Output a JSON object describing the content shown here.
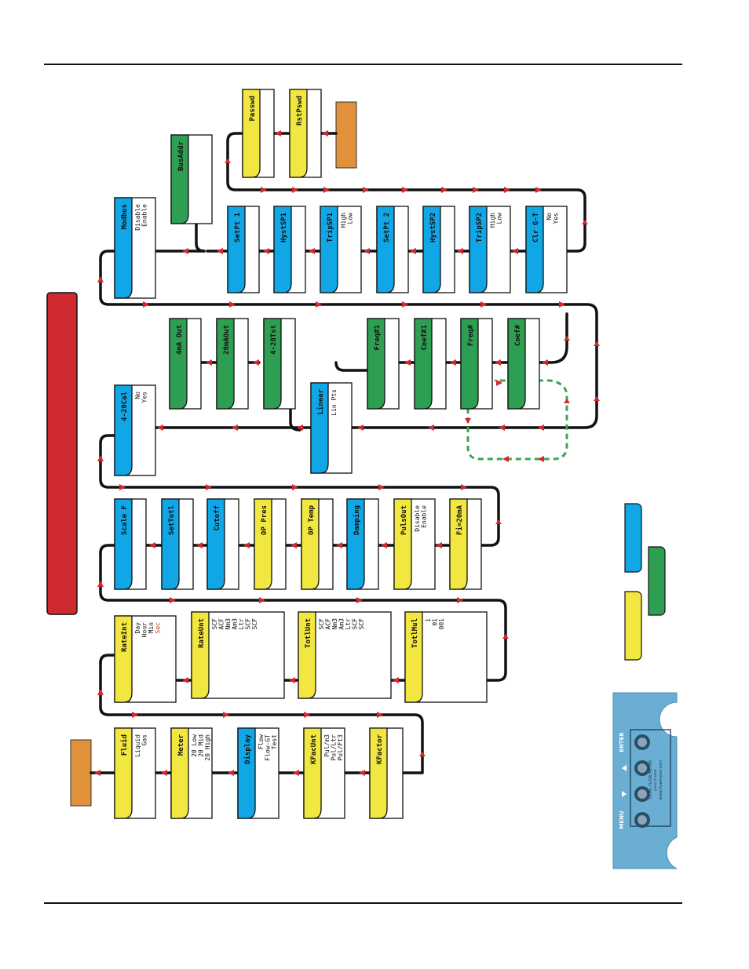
{
  "colors": {
    "yellow": "#f2e740",
    "blue": "#11a6e6",
    "green": "#2e9e52",
    "orange": "#e1913a",
    "red": "#cf2a30",
    "panel": "#6aaed3",
    "path": "#111111",
    "arrow": "#d7262d",
    "dashed": "#3aa655"
  },
  "nodes": [
    {
      "id": "fluid",
      "tab": "Fluid",
      "color": "yellow",
      "options": [
        "Liquid",
        "Gas"
      ]
    },
    {
      "id": "meter",
      "tab": "Meter",
      "color": "yellow",
      "options": [
        "20 Low",
        "20 Mid",
        "20 High"
      ]
    },
    {
      "id": "display",
      "tab": "Display",
      "color": "blue",
      "options": [
        "Flow",
        "Flow-GT",
        "Test"
      ]
    },
    {
      "id": "kfacunt",
      "tab": "KFacUnt",
      "color": "yellow",
      "options": [
        "Pul/m3",
        "Pul/Ltr",
        "Pul/Ft3"
      ]
    },
    {
      "id": "kfactor",
      "tab": "KFactor",
      "color": "yellow",
      "options": []
    },
    {
      "id": "rateint",
      "tab": "RateInt",
      "color": "yellow",
      "options": [
        "Day",
        "Hour",
        "Min",
        "Sec"
      ]
    },
    {
      "id": "rateunt",
      "tab": "RateUnt",
      "color": "yellow",
      "options": [
        "SCF",
        "ACF",
        "Nm3",
        "Am3",
        "Ltr",
        "SCF",
        "SCF"
      ]
    },
    {
      "id": "totlunt",
      "tab": "TotlUnt",
      "color": "yellow",
      "options": [
        "SCF",
        "ACF",
        "Nm3",
        "Am3",
        "Ltr",
        "SCF",
        "SCF"
      ]
    },
    {
      "id": "totlmul",
      "tab": "TotlMul",
      "color": "yellow",
      "options": [
        "1",
        "01",
        "001"
      ]
    },
    {
      "id": "scalef",
      "tab": "Scale F",
      "color": "blue",
      "options": []
    },
    {
      "id": "settotl",
      "tab": "SetTotl",
      "color": "blue",
      "options": []
    },
    {
      "id": "cutoff",
      "tab": "Cutoff",
      "color": "blue",
      "options": []
    },
    {
      "id": "opres",
      "tab": "OP Pres",
      "color": "yellow",
      "options": []
    },
    {
      "id": "otemp",
      "tab": "OP Temp",
      "color": "yellow",
      "options": []
    },
    {
      "id": "damping",
      "tab": "Damping",
      "color": "blue",
      "options": []
    },
    {
      "id": "pulsout",
      "tab": "PulsOut",
      "color": "yellow",
      "options": [
        "Disable",
        "Enable"
      ]
    },
    {
      "id": "fi20ma",
      "tab": "Fi=20mA",
      "color": "yellow",
      "options": []
    },
    {
      "id": "cal420",
      "tab": "4-20Cal",
      "color": "blue",
      "options": [
        "No",
        "Yes"
      ]
    },
    {
      "id": "ma4out",
      "tab": "4mA Out",
      "color": "green",
      "options": []
    },
    {
      "id": "ma20out",
      "tab": "20mAOut",
      "color": "green",
      "options": []
    },
    {
      "id": "tst420",
      "tab": "4-20Tst",
      "color": "green",
      "options": []
    },
    {
      "id": "linear",
      "tab": "Linear",
      "color": "blue",
      "options": [
        "Lin Pts"
      ]
    },
    {
      "id": "freq1",
      "tab": "Freq#1",
      "color": "green",
      "options": []
    },
    {
      "id": "coef1",
      "tab": "Coef#1",
      "color": "green",
      "options": []
    },
    {
      "id": "freqn",
      "tab": "Freq#",
      "color": "green",
      "options": []
    },
    {
      "id": "coefn",
      "tab": "Coef#",
      "color": "green",
      "options": []
    },
    {
      "id": "modbus",
      "tab": "Modbus",
      "color": "blue",
      "options": [
        "Disable",
        "Enable"
      ]
    },
    {
      "id": "busaddr",
      "tab": "BusAddr",
      "color": "green",
      "options": []
    },
    {
      "id": "setpt1",
      "tab": "SetPt 1",
      "color": "blue",
      "options": []
    },
    {
      "id": "hyst1",
      "tab": "HystSP1",
      "color": "blue",
      "options": []
    },
    {
      "id": "trip1",
      "tab": "TripSP1",
      "color": "blue",
      "options": [
        "High",
        "Low"
      ]
    },
    {
      "id": "setpt2",
      "tab": "SetPt 2",
      "color": "blue",
      "options": []
    },
    {
      "id": "hyst2",
      "tab": "HystSP2",
      "color": "blue",
      "options": []
    },
    {
      "id": "trip2",
      "tab": "TripSP2",
      "color": "blue",
      "options": [
        "High",
        "Low"
      ]
    },
    {
      "id": "clrgt",
      "tab": "Clr G-T",
      "color": "blue",
      "options": [
        "No",
        "Yes"
      ]
    },
    {
      "id": "passwd",
      "tab": "Passwd",
      "color": "yellow",
      "options": []
    },
    {
      "id": "rstpswd",
      "tab": "RstPswd",
      "color": "yellow",
      "options": []
    }
  ],
  "panel": {
    "left_label": "MENU",
    "right_label": "ENTER",
    "caption_1": "TOTAL FLOW METER",
    "caption_2": "press to enter",
    "url": "www.flowmeter.com"
  }
}
